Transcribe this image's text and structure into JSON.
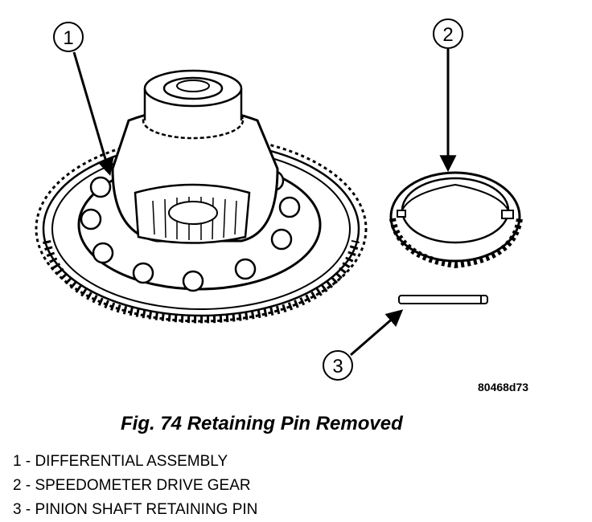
{
  "figure": {
    "callouts": [
      {
        "number": "1"
      },
      {
        "number": "2"
      },
      {
        "number": "3"
      }
    ],
    "image_code": "80468d73"
  },
  "caption": "Fig. 74 Retaining Pin Removed",
  "legend": [
    "1 - DIFFERENTIAL ASSEMBLY",
    "2 - SPEEDOMETER DRIVE GEAR",
    "3 - PINION SHAFT RETAINING PIN"
  ]
}
